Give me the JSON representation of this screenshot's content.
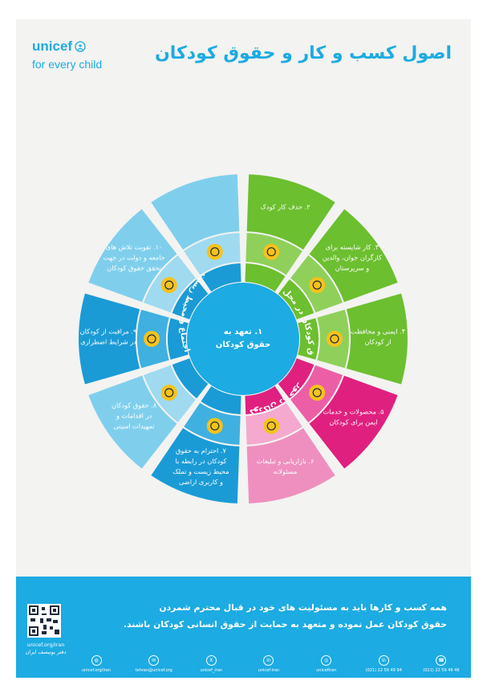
{
  "brand": {
    "name": "unicef",
    "tagline": "for every child"
  },
  "title": "اصول کسب و کار و حقوق کودکان",
  "center": [
    "۱. تعهد به",
    "حقوق کودکان"
  ],
  "ring_labels": {
    "workplace": "حقوق کودکان در محل کار",
    "market": "حقوق کودکان در حوزه بازار",
    "environment": "اجتماع و محیط زیست"
  },
  "segments": [
    {
      "id": "s2",
      "lines": [
        "۲. حذف کار کودک"
      ],
      "color": "#6cbf2f",
      "icon": "child-hands-icon"
    },
    {
      "id": "s3",
      "lines": [
        "۳. کار شایسته برای",
        "کارگران جوان، والدین",
        "و سرپرستان"
      ],
      "color": "#6cbf2f",
      "icon": "briefcase-icon"
    },
    {
      "id": "s4",
      "lines": [
        "۴. ایمنی و محافظت",
        "از کودکان"
      ],
      "color": "#6cbf2f",
      "icon": "safety-icon"
    },
    {
      "id": "s5",
      "lines": [
        "۵. محصولات و خدمات",
        "ایمن برای کودکان"
      ],
      "color": "#e0207f",
      "icon": "product-icon"
    },
    {
      "id": "s6",
      "lines": [
        "۶. بازاریابی و تبلیغات",
        "مسئولانه"
      ],
      "color": "#ef8fc0",
      "icon": "billboard-icon"
    },
    {
      "id": "s7",
      "lines": [
        "۷. احترام به حقوق",
        "کودکان در رابطه با",
        "محیط زیست و تملک",
        "و کاربری اراضی"
      ],
      "color": "#1a9bd6",
      "icon": "environment-icon"
    },
    {
      "id": "s8",
      "lines": [
        "۸. حقوق کودکان",
        "در اقدامات و",
        "تمهیدات امنیتی"
      ],
      "color": "#7fcfec",
      "icon": "shield-icon"
    },
    {
      "id": "s9",
      "lines": [
        "۹. مراقبت از کودکان",
        "در شرایط اضطراری"
      ],
      "color": "#1a9bd6",
      "icon": "warning-icon"
    },
    {
      "id": "s10",
      "lines": [
        "۱۰. تقویت تلاش های",
        "جامعه و دولت در جهت",
        "تحقق حقوق کودکان"
      ],
      "color": "#7fcfec",
      "icon": "community-icon"
    }
  ],
  "statement": [
    "همه کسب و کارها باید به مسئولیت های خود در قبال محترم شمردن",
    "حقوق کودکان عمل نموده و متعهد به حمایت از حقوق انسانی کودکان باشند."
  ],
  "qr_caption": [
    "unicef.org/iran",
    "دفتر یونیسف ایران"
  ],
  "contacts": [
    {
      "icon": "globe-icon",
      "text": "unicef.org/iran"
    },
    {
      "icon": "email-icon",
      "text": "tehran@unicef.org"
    },
    {
      "icon": "x-icon",
      "text": "unicef_iran"
    },
    {
      "icon": "linkedin-icon",
      "text": "unicef-iran"
    },
    {
      "icon": "instagram-icon",
      "text": "unicefiran"
    },
    {
      "icon": "phone-icon",
      "text": "(021) 22 59 49 94"
    },
    {
      "icon": "fax-icon",
      "text": "(021) 22 59 49 46"
    }
  ]
}
